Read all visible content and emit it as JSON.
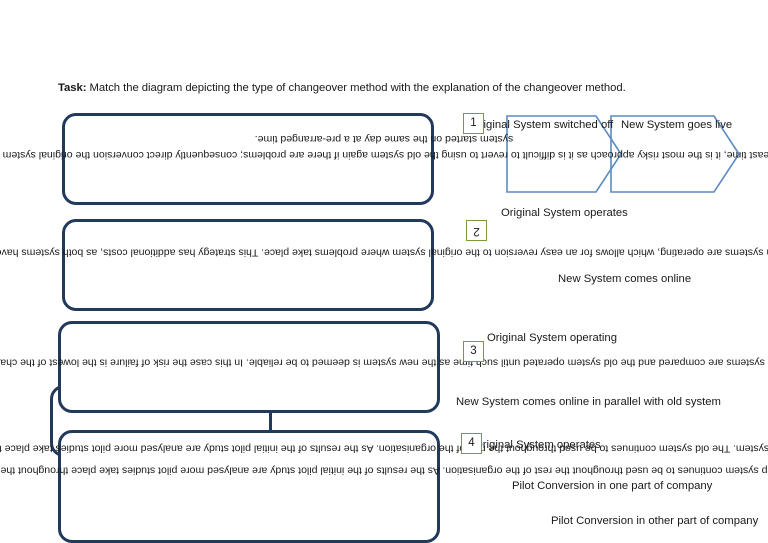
{
  "task": {
    "label": "Task:",
    "text": " Match the diagram depicting the type of changeover method with the explanation of the changeover method."
  },
  "colors": {
    "box_border": "#21395B",
    "number_border": "#7A9B3A",
    "chevron_stroke": "#5B8AC2",
    "text": "#1a1a1a",
    "page_background": "#ffffff"
  },
  "answer_boxes": [
    {
      "name": "answer-box-1",
      "value": "1",
      "rotated": false
    },
    {
      "name": "answer-box-2",
      "value": "2",
      "rotated": true
    },
    {
      "name": "answer-box-3",
      "value": "3",
      "rotated": false
    },
    {
      "name": "answer-box-4",
      "value": "4",
      "rotated": false
    }
  ],
  "explanations": [
    {
      "id": "explanation-1",
      "text": "this changeover takes the least time, it is the most risky approach as it is difficult to revert to using the old system again if there are problems; consequently direct conversion the original system is switched off and the new system started on the same day at a pre-arranged time."
    },
    {
      "id": "explanation-2",
      "text": "h systems are operating, which allows for an easy reversion to the original system where problems take place. This strategy has additional costs, as both systems have"
    },
    {
      "id": "explanation-3",
      "text": "h systems are compared and the old system operated until such time as the new system is deemed to be reliable. In this case the risk of failure is the lowest of the chan"
    },
    {
      "id": "explanation-4",
      "text": "system. The old system continues to be used throughout the rest of the organisation. As the results of the initial pilot study are analysed more pilot studies take place t"
    },
    {
      "id": "explanation-5",
      "text": "p system continues to be used throughout the rest of the organisation. As the results of the initial pilot study are analysed more pilot studies take place throughout the"
    }
  ],
  "diagram_labels": {
    "original_system_switched_off": "Original System switched off",
    "new_system_goes_live": "New System goes live",
    "original_system_operates": "Original System operates",
    "new_system_comes_online": "New System comes online",
    "original_system_operating": "Original System operating",
    "new_system_parallel": "New System comes online in parallel with old system",
    "original_system_operates_2": "Original System operates",
    "pilot_one_part": "Pilot Conversion in one part of company",
    "pilot_other_part": "Pilot Conversion in other part of company"
  }
}
